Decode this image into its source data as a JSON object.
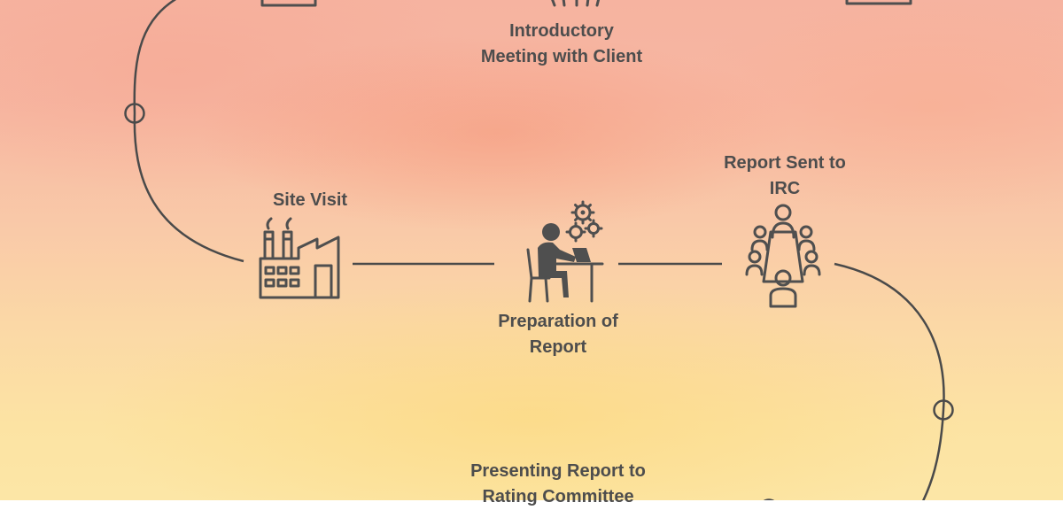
{
  "steps": {
    "introductory_meeting": {
      "line1": "Introductory",
      "line2": "Meeting with Client"
    },
    "site_visit": {
      "line1": "Site Visit"
    },
    "preparation_of_report": {
      "line1": "Preparation of",
      "line2": "Report"
    },
    "report_sent_to_irc": {
      "line1": "Report Sent to",
      "line2": "IRC"
    },
    "presenting_report": {
      "line1": "Presenting Report to",
      "line2": "Rating Committee"
    }
  },
  "colors": {
    "text": "#4d4d4d",
    "icon": "#4f4f4f",
    "connector": "#4a4a4a",
    "background_top": "#f6b3a0",
    "background_bottom": "#fce6a6"
  },
  "icons": {
    "site_visit": "factory-icon",
    "preparation_of_report": "person-at-desk-icon",
    "report_sent_to_irc": "meeting-table-icon",
    "introductory_meeting": "meeting-icon"
  }
}
